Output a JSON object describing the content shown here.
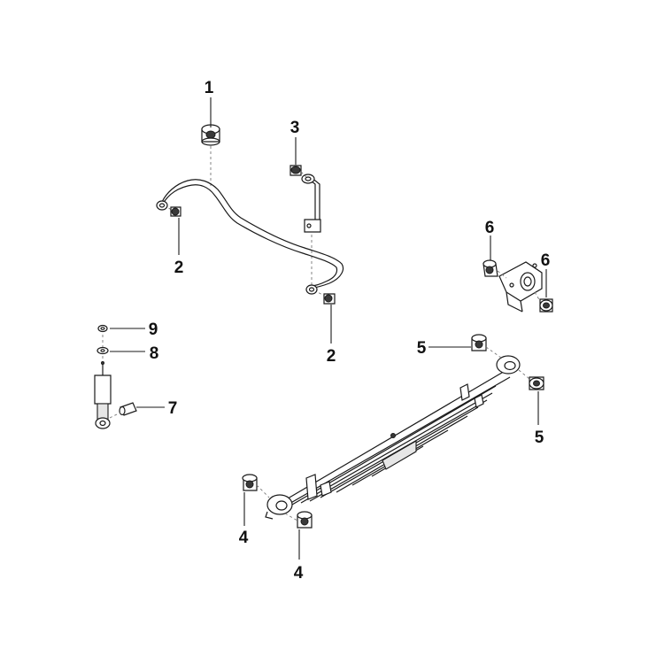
{
  "diagram": {
    "callouts": {
      "c1": "1",
      "c2a": "2",
      "c2b": "2",
      "c3": "3",
      "c4a": "4",
      "c4b": "4",
      "c5a": "5",
      "c5b": "5",
      "c6a": "6",
      "c6b": "6",
      "c7": "7",
      "c8": "8",
      "c9": "9"
    }
  }
}
